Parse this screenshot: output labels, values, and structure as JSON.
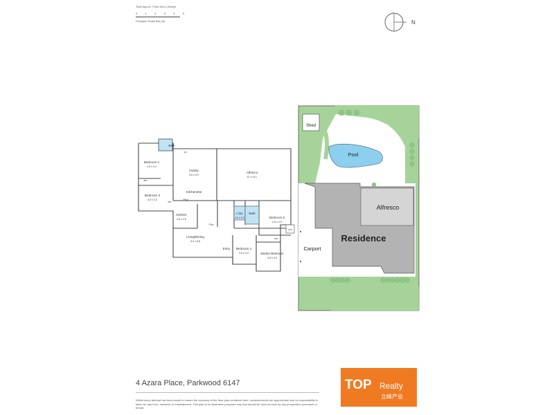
{
  "header": {
    "area_text": "Total Approx. Floor Area 145sqm",
    "scale_numbers": [
      "0",
      "1",
      "2",
      "3",
      "4",
      "5"
    ],
    "scale_text": "Floorplan Scale Bar (m)"
  },
  "compass": {
    "label": "N"
  },
  "floorplan": {
    "rooms": {
      "bath_top": "Bath",
      "wc": "WC",
      "bedroom2": {
        "name": "Bedroom 2",
        "dims": "4.9 x 4.2"
      },
      "family": {
        "name": "Family",
        "dims": "4.6 x 5.9"
      },
      "alfresco": {
        "name": "Alfresco",
        "dims": "8.1 x 8.1"
      },
      "bir1": "BIR",
      "kitchenette": "Kitchenette",
      "bedroom3": {
        "name": "Bedroom 3",
        "dims": "4.0 x 3.2"
      },
      "bir2": "BIR",
      "pantry1": "P'try",
      "kitchen": {
        "name": "Kitchen",
        "dims": "2.6 x 2.6"
      },
      "pantry2": "P'try",
      "laundry": {
        "name": "L'dry",
        "dims": "1.6 x 2.6"
      },
      "bath_mid": "Bath",
      "bedroom5": {
        "name": "Bedroom 5",
        "dims": "2.5 x 3.5"
      },
      "living": {
        "name": "Living/Dining",
        "dims": "5.2 x 5.8"
      },
      "entry": "Entry",
      "bedroom4": {
        "name": "Bedroom 4",
        "dims": "2.6 x 3.3"
      },
      "bir3": "BIR",
      "master": {
        "name": "Master Bedroom",
        "dims": "3.5 x 3.9"
      },
      "dw": "D/W"
    }
  },
  "siteplan": {
    "shed": "Shed",
    "pool": "Pool",
    "alfresco": "Alfresco",
    "residence": "Residence",
    "carport": "Carport"
  },
  "footer": {
    "address": "4 Azara Place, Parkwood 6147",
    "disclaimer": "Whilst every attempt has been made to ensure the accuracy of the floor plan contained here, measurements are approximate and no responsibility is taken for any error, omission or misstatement. This plan is for illustrative purposes only and should be used as such by any prospective purchaser or tenant."
  },
  "logo": {
    "brand_top": "TOP",
    "brand_right": "Realty",
    "chinese": "立峰产业",
    "orange": "#f07a22"
  },
  "colors": {
    "grass": "#a6d39a",
    "house": "#b3b3b3",
    "pool": "#8ccfef",
    "paving": "#ffffff",
    "wet_area": "#bfe3f5"
  }
}
